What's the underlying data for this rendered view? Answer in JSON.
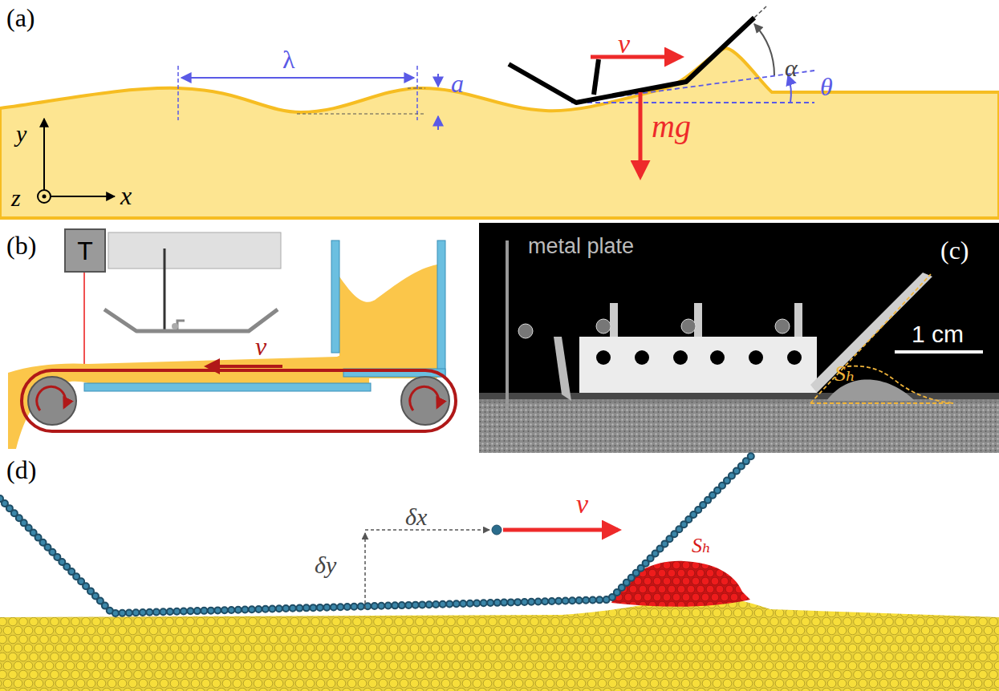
{
  "diagram": {
    "nodes": [
      {
        "text": [
          "T"
        ]
      }
    ],
    "labels": [
      "(a)",
      "λ",
      "a",
      "v",
      "α",
      "θ",
      "mg",
      "y",
      "z",
      "x",
      "(b)",
      "v",
      "metal plate",
      "(c)",
      "1 cm",
      "Sₕ",
      "(d)",
      "δx",
      "δy",
      "v",
      "Sₕ"
    ]
  }
}
